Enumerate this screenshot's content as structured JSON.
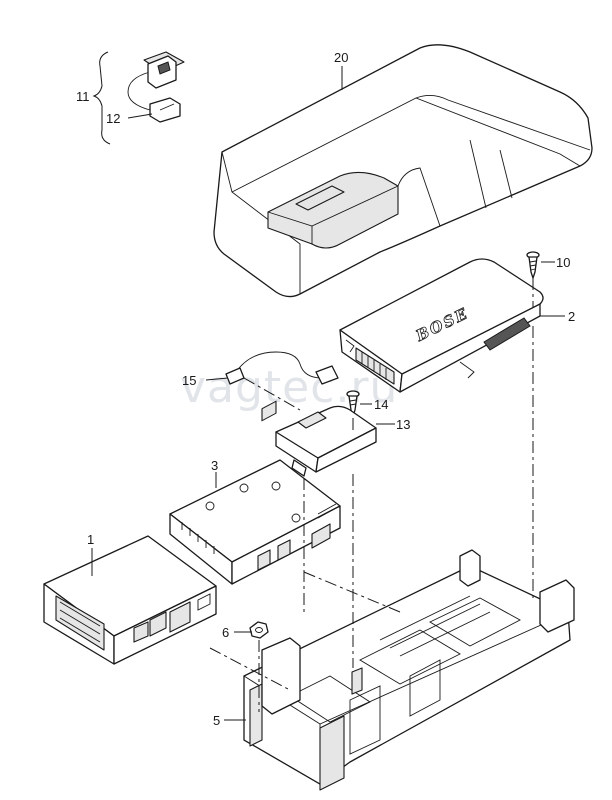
{
  "watermark": "vagtec.ru",
  "brand_text": "BOSE",
  "callouts": {
    "c1": "1",
    "c2": "2",
    "c3": "3",
    "c5": "5",
    "c6": "6",
    "c10": "10",
    "c11": "11",
    "c12": "12",
    "c13": "13",
    "c14": "14",
    "c15": "15",
    "c20": "20"
  }
}
